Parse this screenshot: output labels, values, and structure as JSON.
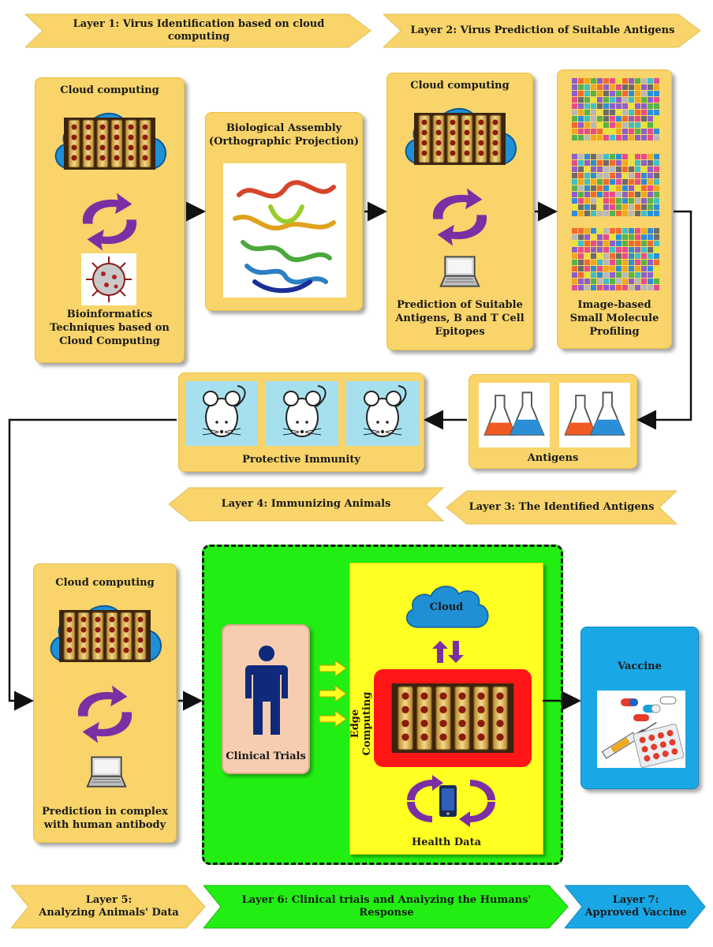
{
  "layers": {
    "l1": "Layer 1: Virus Identification based on cloud computing",
    "l2": "Layer 2: Virus Prediction of Suitable Antigens",
    "l3": "Layer 3: The Identified Antigens",
    "l4": "Layer 4: Immunizing Animals",
    "l5_a": "Layer 5:",
    "l5_b": "Analyzing Animals' Data",
    "l6_a": "Layer 6: Clinical trials and Analyzing  the Humans'",
    "l6_b": "Response",
    "l7_a": "Layer 7:",
    "l7_b": "Approved Vaccine"
  },
  "box1": {
    "title": "Cloud computing",
    "caption_1": "Bioinformatics",
    "caption_2": "Techniques based on",
    "caption_3": "Cloud Computing"
  },
  "box2": {
    "title_1": "Biological Assembly",
    "title_2": "(Orthographic Projection)"
  },
  "box3": {
    "title": "Cloud computing",
    "caption_1": "Prediction of Suitable",
    "caption_2": "Antigens, B and T Cell",
    "caption_3": "Epitopes"
  },
  "box4": {
    "caption_1": "Image-based",
    "caption_2": "Small Molecule",
    "caption_3": "Profiling"
  },
  "antigens": {
    "caption": "Antigens"
  },
  "immunity": {
    "caption": "Protective Immunity"
  },
  "box5": {
    "title": "Cloud computing",
    "caption_1": "Prediction in complex",
    "caption_2": "with human antibody"
  },
  "layer6": {
    "cloud": "Cloud",
    "edge": "Edge Computing",
    "clinical": "Clinical Trials",
    "health": "Health Data"
  },
  "vaccine": {
    "title": "Vaccine"
  },
  "colors": {
    "yellow_box": "#f8d46a",
    "green_panel": "#22ee14",
    "yellow_panel": "#ffff22",
    "red_panel": "#ff1616",
    "blue_box": "#1aa7e6",
    "purple_arrow": "#7b2fa3",
    "cloud_blue": "#1f8fd6"
  }
}
